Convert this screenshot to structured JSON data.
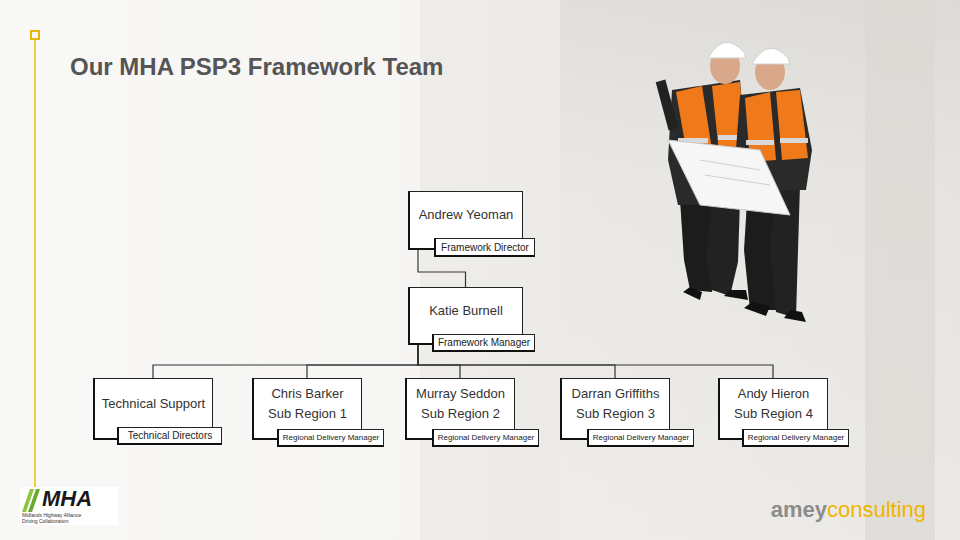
{
  "diagram": {
    "title": "Our MHA PSP3 Framework Team",
    "nodes": [
      {
        "text": [
          "Andrew Yeoman",
          "Framework Director"
        ]
      },
      {
        "text": [
          "Katie Burnell",
          "Framework Manager"
        ]
      },
      {
        "text": [
          "Technical Support",
          "Technical Directors"
        ]
      },
      {
        "text": [
          "Chris Barker",
          "Sub Region 1",
          "Regional Delivery Manager"
        ]
      },
      {
        "text": [
          "Murray Seddon",
          "Sub Region 2",
          "Regional Delivery Manager"
        ]
      },
      {
        "text": [
          "Darran Griffiths",
          "Sub Region 3",
          "Regional Delivery Manager"
        ]
      },
      {
        "text": [
          "Andy Hieron",
          "Sub Region 4",
          "Regional Delivery Manager"
        ]
      }
    ],
    "edges": [
      {
        "from": 0,
        "to": 1,
        "arrow": "none"
      },
      {
        "from": 1,
        "to": 2,
        "arrow": "none"
      },
      {
        "from": 1,
        "to": 3,
        "arrow": "none"
      },
      {
        "from": 1,
        "to": 4,
        "arrow": "none"
      },
      {
        "from": 1,
        "to": 5,
        "arrow": "none"
      },
      {
        "from": 1,
        "to": 6,
        "arrow": "none"
      }
    ],
    "labels": [
      "MHA",
      "Midlands Highway Alliance",
      "Driving Collaboration",
      "amey",
      "consulting"
    ]
  }
}
